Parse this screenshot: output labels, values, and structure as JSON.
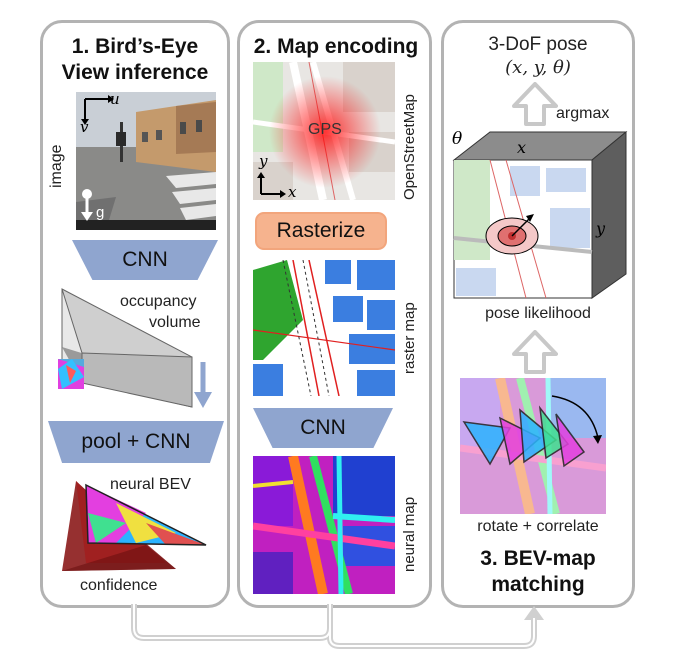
{
  "panel1": {
    "title_line1": "1. Bird’s-Eye",
    "title_line2": "View inference",
    "image_label": "image",
    "axis_u": "u",
    "axis_v": "v",
    "gravity": "g",
    "cnn": "CNN",
    "occupancy_line1": "occupancy",
    "occupancy_line2": "volume",
    "pool_cnn": "pool + CNN",
    "neural_bev": "neural BEV",
    "confidence": "confidence"
  },
  "panel2": {
    "title": "2. Map encoding",
    "osm_label": "OpenStreetMap",
    "gps": "GPS",
    "axis_x": "x",
    "axis_y": "y",
    "rasterize": "Rasterize",
    "raster_label": "raster map",
    "cnn": "CNN",
    "neural_label": "neural map"
  },
  "panel3": {
    "title_line1": "3-DoF pose",
    "title_line2": "(x, y, θ)",
    "argmax": "argmax",
    "theta": "θ",
    "axis_x": "x",
    "axis_y": "y",
    "pose_likelihood": "pose likelihood",
    "rotate_correlate": "rotate + correlate",
    "title_bottom_line1": "3. BEV-map",
    "title_bottom_line2": "matching"
  },
  "colors": {
    "panel_border": "#b3b3b3",
    "cnn_fill": "#8fa5cf",
    "rasterize_fill": "#f6b38e",
    "arrow_gray": "#c8c8c8"
  }
}
